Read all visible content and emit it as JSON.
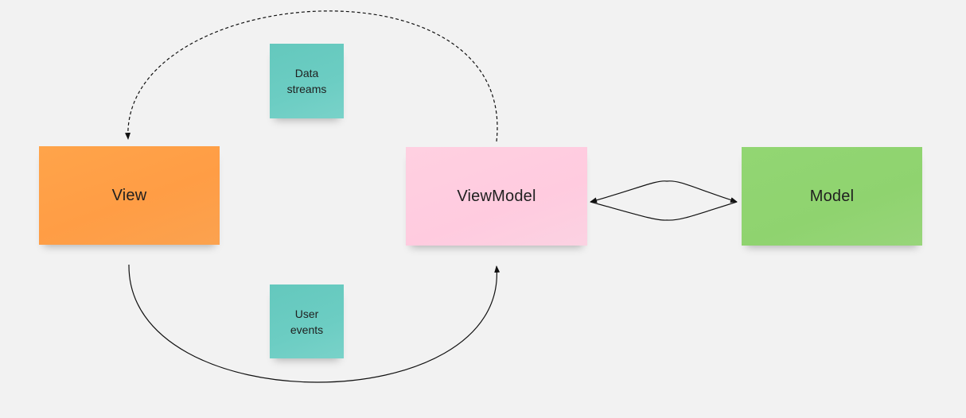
{
  "nodes": {
    "view": {
      "label": "View",
      "color": "#ff9d45"
    },
    "viewmodel": {
      "label": "ViewModel",
      "color": "#ffcbdf"
    },
    "model": {
      "label": "Model",
      "color": "#8fd36f"
    }
  },
  "notes": {
    "data_streams": {
      "label": "Data\nstreams",
      "color": "#6ccdc3"
    },
    "user_events": {
      "label": "User\nevents",
      "color": "#6ccdc3"
    }
  },
  "connectors": [
    {
      "from": "viewmodel",
      "to": "view",
      "style": "dashed",
      "note": "data_streams"
    },
    {
      "from": "view",
      "to": "viewmodel",
      "style": "solid",
      "note": "user_events"
    },
    {
      "from": "viewmodel",
      "to": "model",
      "style": "solid",
      "bidirectional": true
    }
  ],
  "background_color": "#f2f2f2"
}
